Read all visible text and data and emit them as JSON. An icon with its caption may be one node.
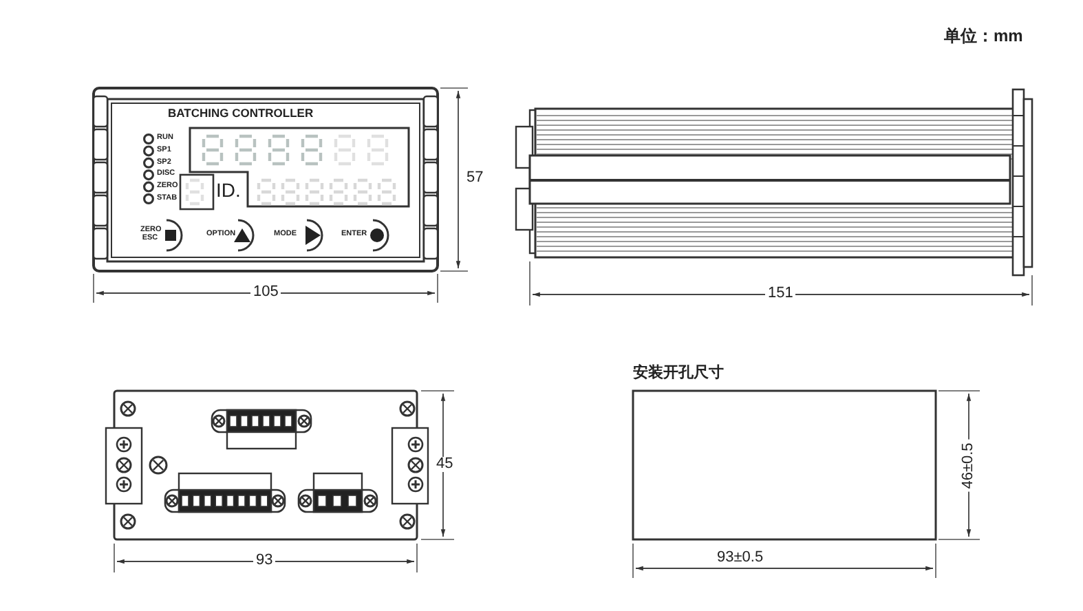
{
  "diagram": {
    "labels": [
      "单位：mm",
      "BATCHING CONTROLLER",
      "RUN",
      "SP1",
      "SP2",
      "DISC",
      "ZERO",
      "STAB",
      "ID.",
      "ZERO ESC",
      "OPTION",
      "MODE",
      "ENTER",
      "57",
      "105",
      "151",
      "45",
      "93",
      "安装开孔尺寸",
      "46±0.5",
      "93±0.5"
    ]
  }
}
